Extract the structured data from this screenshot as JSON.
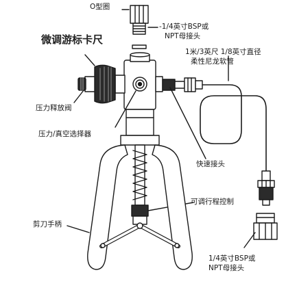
{
  "labels": {
    "o_ring": "O型圈",
    "fitting_top_1": "-1/4英寸BSP或",
    "fitting_top_2": "NPT母接头",
    "vernier": "微调游标卡尺",
    "hose_1": "1米/3英尺 1/8英寸直径",
    "hose_2": "柔性尼龙软管",
    "release_valve": "压力释放阀",
    "selector": "压力/真空选择器",
    "quick_connect": "快速接头",
    "stroke_control": "可调行程控制",
    "handle": "剪刀手柄",
    "fitting_bottom_1": "1/4英寸BSP或",
    "fitting_bottom_2": "NPT母接头"
  },
  "colors": {
    "ink": "#1a1a1a",
    "dark_part": "#2b2b2b",
    "light_part": "#ffffff",
    "label_text": "#1a1a1a"
  }
}
